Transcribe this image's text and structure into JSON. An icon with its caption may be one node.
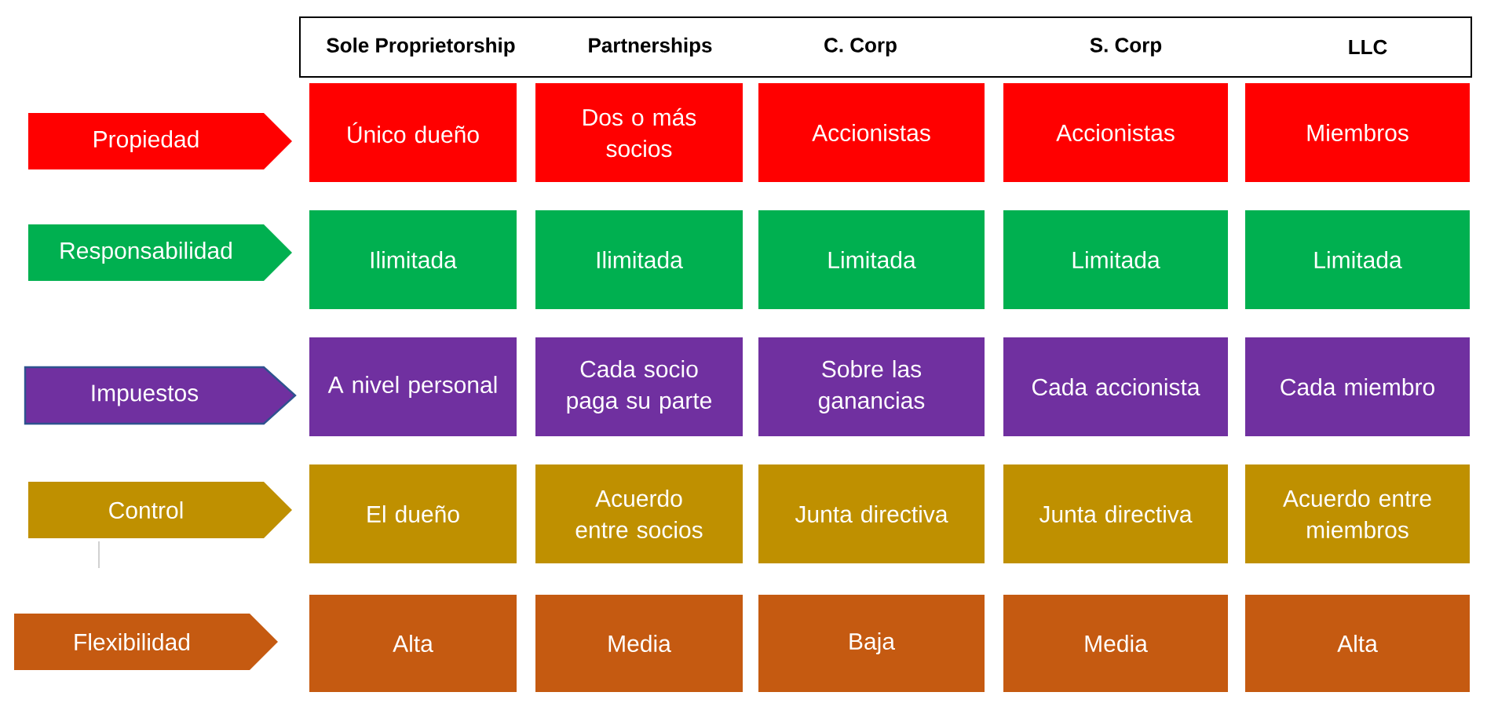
{
  "diagram": {
    "nodes": [
      {
        "text": [
          "Sole Proprietorship",
          "Partnerships",
          "C. Corp",
          "S. Corp",
          "LLC"
        ]
      },
      {
        "text": [
          "Propiedad"
        ]
      },
      {
        "text": [
          "Único dueño"
        ]
      },
      {
        "text": [
          "Dos o más socios"
        ]
      },
      {
        "text": [
          "Accionistas"
        ]
      },
      {
        "text": [
          "Accionistas"
        ]
      },
      {
        "text": [
          "Miembros"
        ]
      },
      {
        "text": [
          "Responsabilidad"
        ]
      },
      {
        "text": [
          "Ilimitada"
        ]
      },
      {
        "text": [
          "Ilimitada"
        ]
      },
      {
        "text": [
          "Limitada"
        ]
      },
      {
        "text": [
          "Limitada"
        ]
      },
      {
        "text": [
          "Limitada"
        ]
      },
      {
        "text": [
          "Impuestos"
        ]
      },
      {
        "text": [
          "A nivel personal"
        ]
      },
      {
        "text": [
          "Cada socio paga su parte"
        ]
      },
      {
        "text": [
          "Sobre las ganancias"
        ]
      },
      {
        "text": [
          "Cada accionista"
        ]
      },
      {
        "text": [
          "Cada miembro"
        ]
      },
      {
        "text": [
          "Control"
        ]
      },
      {
        "text": [
          "El dueño"
        ]
      },
      {
        "text": [
          "Acuerdo entre socios"
        ]
      },
      {
        "text": [
          "Junta directiva"
        ]
      },
      {
        "text": [
          "Junta directiva"
        ]
      },
      {
        "text": [
          "Acuerdo entre miembros"
        ]
      },
      {
        "text": [
          "Flexibilidad"
        ]
      },
      {
        "text": [
          "Alta"
        ]
      },
      {
        "text": [
          "Media"
        ]
      },
      {
        "text": [
          "Baja"
        ]
      },
      {
        "text": [
          "Media"
        ]
      },
      {
        "text": [
          "Alta"
        ]
      }
    ]
  }
}
